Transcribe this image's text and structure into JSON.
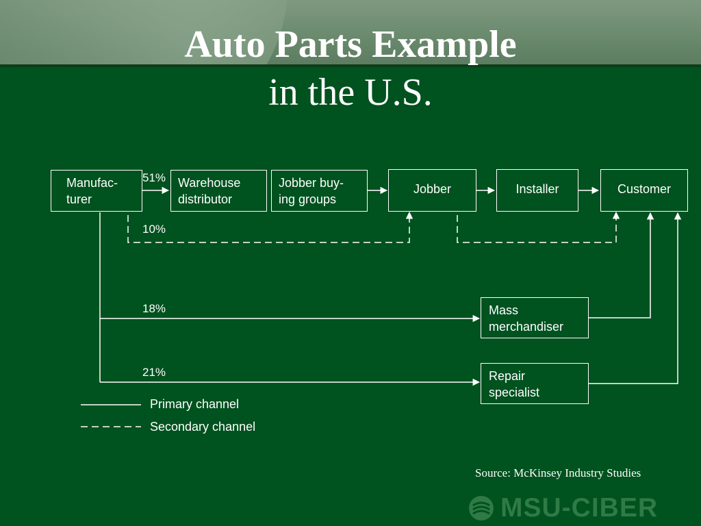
{
  "title": {
    "line1": "Auto Parts Example",
    "line2": "in the U.S."
  },
  "nodes": {
    "manufacturer": [
      "Manufac-",
      "turer"
    ],
    "warehouse_distributor": [
      "Warehouse",
      "distributor"
    ],
    "jobber_buying_groups": [
      "Jobber buy-",
      "ing groups"
    ],
    "jobber": "Jobber",
    "installer": "Installer",
    "customer": "Customer",
    "mass_merchandiser": [
      "Mass",
      "merchandiser"
    ],
    "repair_specialist": [
      "Repair",
      "specialist"
    ]
  },
  "channel_shares": {
    "warehouse_distributor": "51%",
    "jobber_direct": "10%",
    "mass_merchandiser": "18%",
    "repair_specialist": "21%"
  },
  "legend": {
    "primary": "Primary channel",
    "secondary": "Secondary channel"
  },
  "source": "Source: McKinsey Industry Studies",
  "logo": {
    "text": "MSU-CIBER",
    "icon": "msu-ciber-swirl-icon"
  },
  "colors": {
    "background": "#00521f",
    "banner": "#6b8a6e",
    "line": "#ffffff",
    "logo": "#2f7a45"
  }
}
